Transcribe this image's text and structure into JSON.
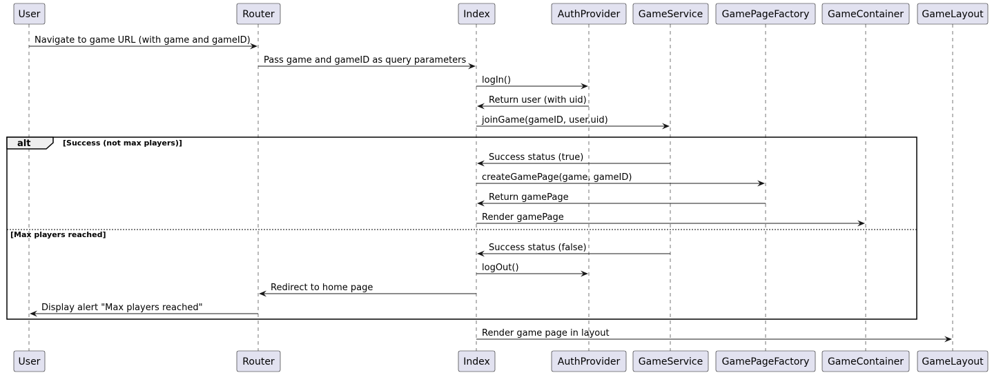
{
  "participants": [
    {
      "id": "user",
      "label": "User"
    },
    {
      "id": "router",
      "label": "Router"
    },
    {
      "id": "index",
      "label": "Index"
    },
    {
      "id": "authprovider",
      "label": "AuthProvider"
    },
    {
      "id": "gameservice",
      "label": "GameService"
    },
    {
      "id": "gamepagefactory",
      "label": "GamePageFactory"
    },
    {
      "id": "gamecontainer",
      "label": "GameContainer"
    },
    {
      "id": "gamelayout",
      "label": "GameLayout"
    }
  ],
  "messages": [
    {
      "from": "user",
      "to": "router",
      "label": "Navigate to game URL (with game and gameID)"
    },
    {
      "from": "router",
      "to": "index",
      "label": "Pass game and gameID as query parameters"
    },
    {
      "from": "index",
      "to": "authprovider",
      "label": "logIn()"
    },
    {
      "from": "authprovider",
      "to": "index",
      "label": "Return user (with uid)"
    },
    {
      "from": "index",
      "to": "gameservice",
      "label": "joinGame(gameID, user.uid)"
    },
    {
      "from": "gameservice",
      "to": "index",
      "label": "Success status (true)"
    },
    {
      "from": "index",
      "to": "gamepagefactory",
      "label": "createGamePage(game, gameID)"
    },
    {
      "from": "gamepagefactory",
      "to": "index",
      "label": "Return gamePage"
    },
    {
      "from": "index",
      "to": "gamecontainer",
      "label": "Render gamePage"
    },
    {
      "from": "gameservice",
      "to": "index",
      "label": "Success status (false)"
    },
    {
      "from": "index",
      "to": "authprovider",
      "label": "logOut()"
    },
    {
      "from": "index",
      "to": "router",
      "label": "Redirect to home page"
    },
    {
      "from": "router",
      "to": "user",
      "label": "Display alert \"Max players reached\""
    },
    {
      "from": "index",
      "to": "gamelayout",
      "label": "Render game page in layout"
    }
  ],
  "alt_frame": {
    "keyword": "alt",
    "guard_success": "[Success (not max players)]",
    "guard_else": "[Max players reached]"
  }
}
